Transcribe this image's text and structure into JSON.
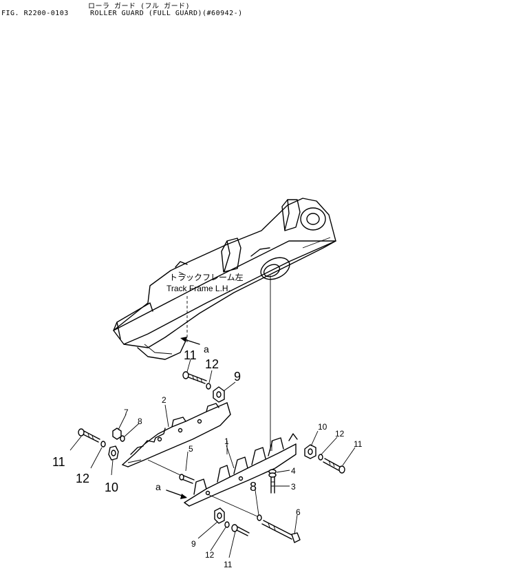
{
  "header": {
    "title_jp": "ローラ ガード (フル ガード)",
    "fig_number": "FIG. R2200-0103",
    "title_en": "ROLLER GUARD (FULL GUARD)(#60942-)"
  },
  "frame_label": {
    "jp": "トラックフレーム左",
    "en": "Track Frame L.H."
  },
  "view_marks": {
    "upper": "a",
    "lower": "a"
  },
  "callouts": {
    "c1": "1",
    "c2": "2",
    "c3": "3",
    "c4": "4",
    "c5": "5",
    "c6": "6",
    "c7": "7",
    "c8a": "8",
    "c8b": "8",
    "c9a": "9",
    "c9b": "9",
    "c10a": "10",
    "c10b": "10",
    "c11a": "11",
    "c11b": "11",
    "c11c": "11",
    "c11d": "11",
    "c12a": "12",
    "c12b": "12",
    "c12c": "12",
    "c12d": "12"
  }
}
